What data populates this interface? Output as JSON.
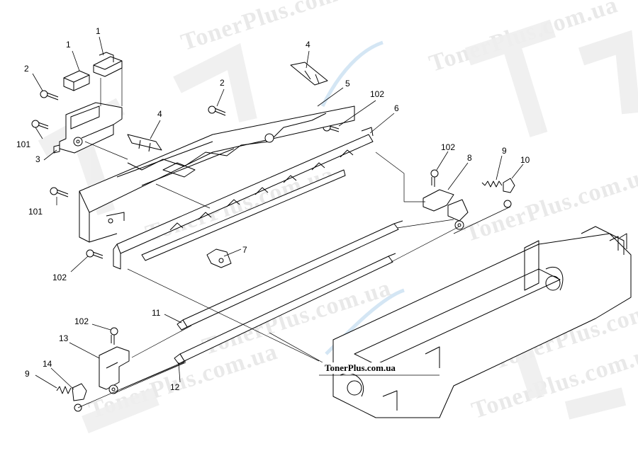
{
  "watermarks": [
    "TonerPlus.com.ua",
    "TonerPlus.com.ua",
    "TonerPlus.com.ua",
    "TonerPlus.com.ua",
    "TonerPlus.com.ua",
    "TonerPlus.com.ua",
    "TonerPlus.com.ua",
    "TonerPlus.com.ua"
  ],
  "site_label": "TonerPlus.com.ua",
  "callouts": [
    "1",
    "1",
    "2",
    "101",
    "3",
    "4",
    "2",
    "4",
    "5",
    "102",
    "6",
    "101",
    "102",
    "8",
    "9",
    "10",
    "7",
    "102",
    "11",
    "102",
    "13",
    "9",
    "14",
    "12"
  ]
}
